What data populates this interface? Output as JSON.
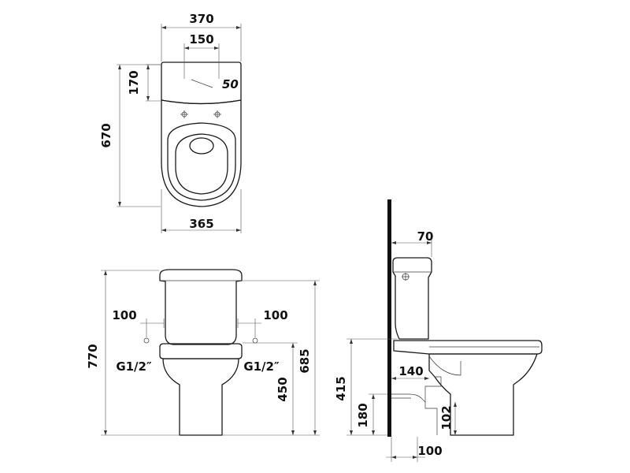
{
  "top_view": {
    "width_top": "370",
    "inlet_spacing": "150",
    "inlet_diameter": "50",
    "tank_depth": "170",
    "total_length": "670",
    "width_bottom": "365"
  },
  "front_view": {
    "inlet_left": "100",
    "inlet_right": "100",
    "thread_left": "G1/2″",
    "thread_right": "G1/2″",
    "total_height": "770",
    "tank_height": "685",
    "seat_height": "450"
  },
  "side_view": {
    "wall_offset": "70",
    "supply_height": "415",
    "outlet_depth": "140",
    "outlet_height": "180",
    "outlet_diameter": "102",
    "base_offset": "100"
  }
}
